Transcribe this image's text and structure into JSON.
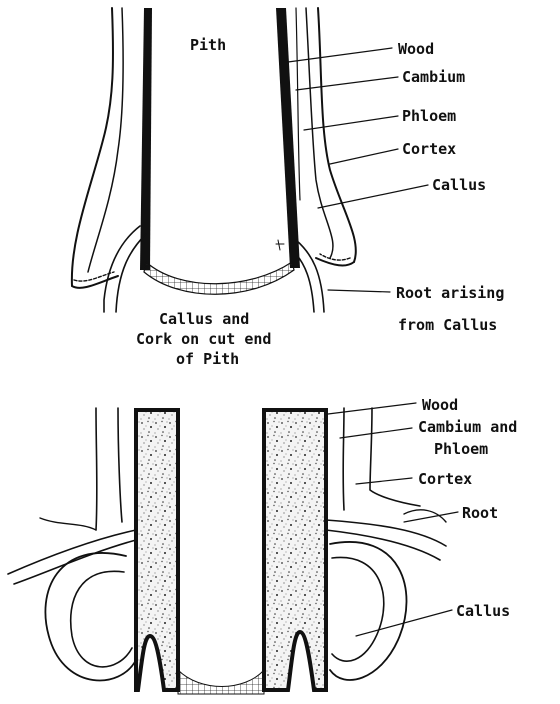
{
  "top_diagram": {
    "pith": "Pith",
    "wood": "Wood",
    "cambium": "Cambium",
    "phloem": "Phloem",
    "cortex": "Cortex",
    "callus": "Callus",
    "root_line1": "Root arising",
    "root_line2": "from Callus",
    "cork_line1": "Callus and",
    "cork_line2": "Cork on cut end",
    "cork_line3": "of Pith"
  },
  "bottom_diagram": {
    "wood": "Wood",
    "cambium_line1": "Cambium and",
    "cambium_line2": "Phloem",
    "cortex": "Cortex",
    "root": "Root",
    "callus": "Callus"
  }
}
